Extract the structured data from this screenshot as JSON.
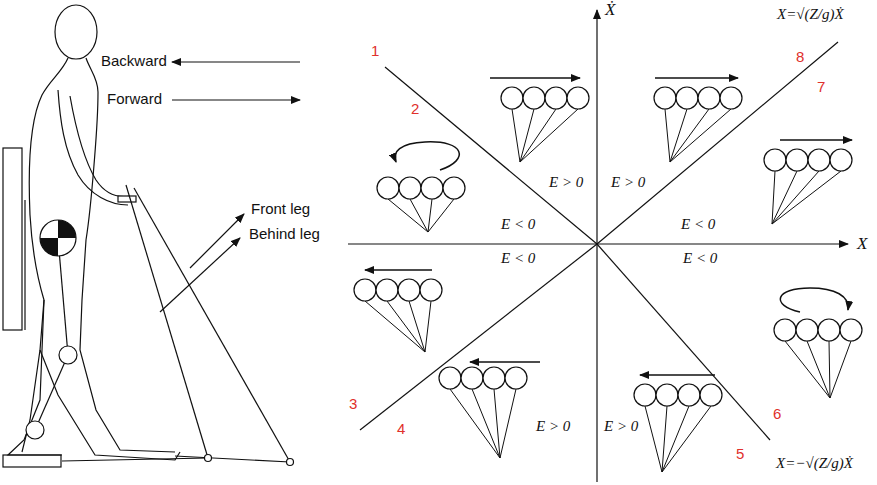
{
  "diagram": {
    "labels": [
      "Backward",
      "Forward",
      "Front leg",
      "Behind leg",
      "1",
      "2",
      "3",
      "4",
      "5",
      "6",
      "7",
      "8",
      "E > 0",
      "E > 0",
      "E < 0",
      "E < 0",
      "E < 0",
      "E < 0",
      "E > 0",
      "E > 0",
      "Ẋ",
      "X",
      "X=√(Z/g)Ẋ",
      "X=−√(Z/g)Ẋ"
    ]
  }
}
